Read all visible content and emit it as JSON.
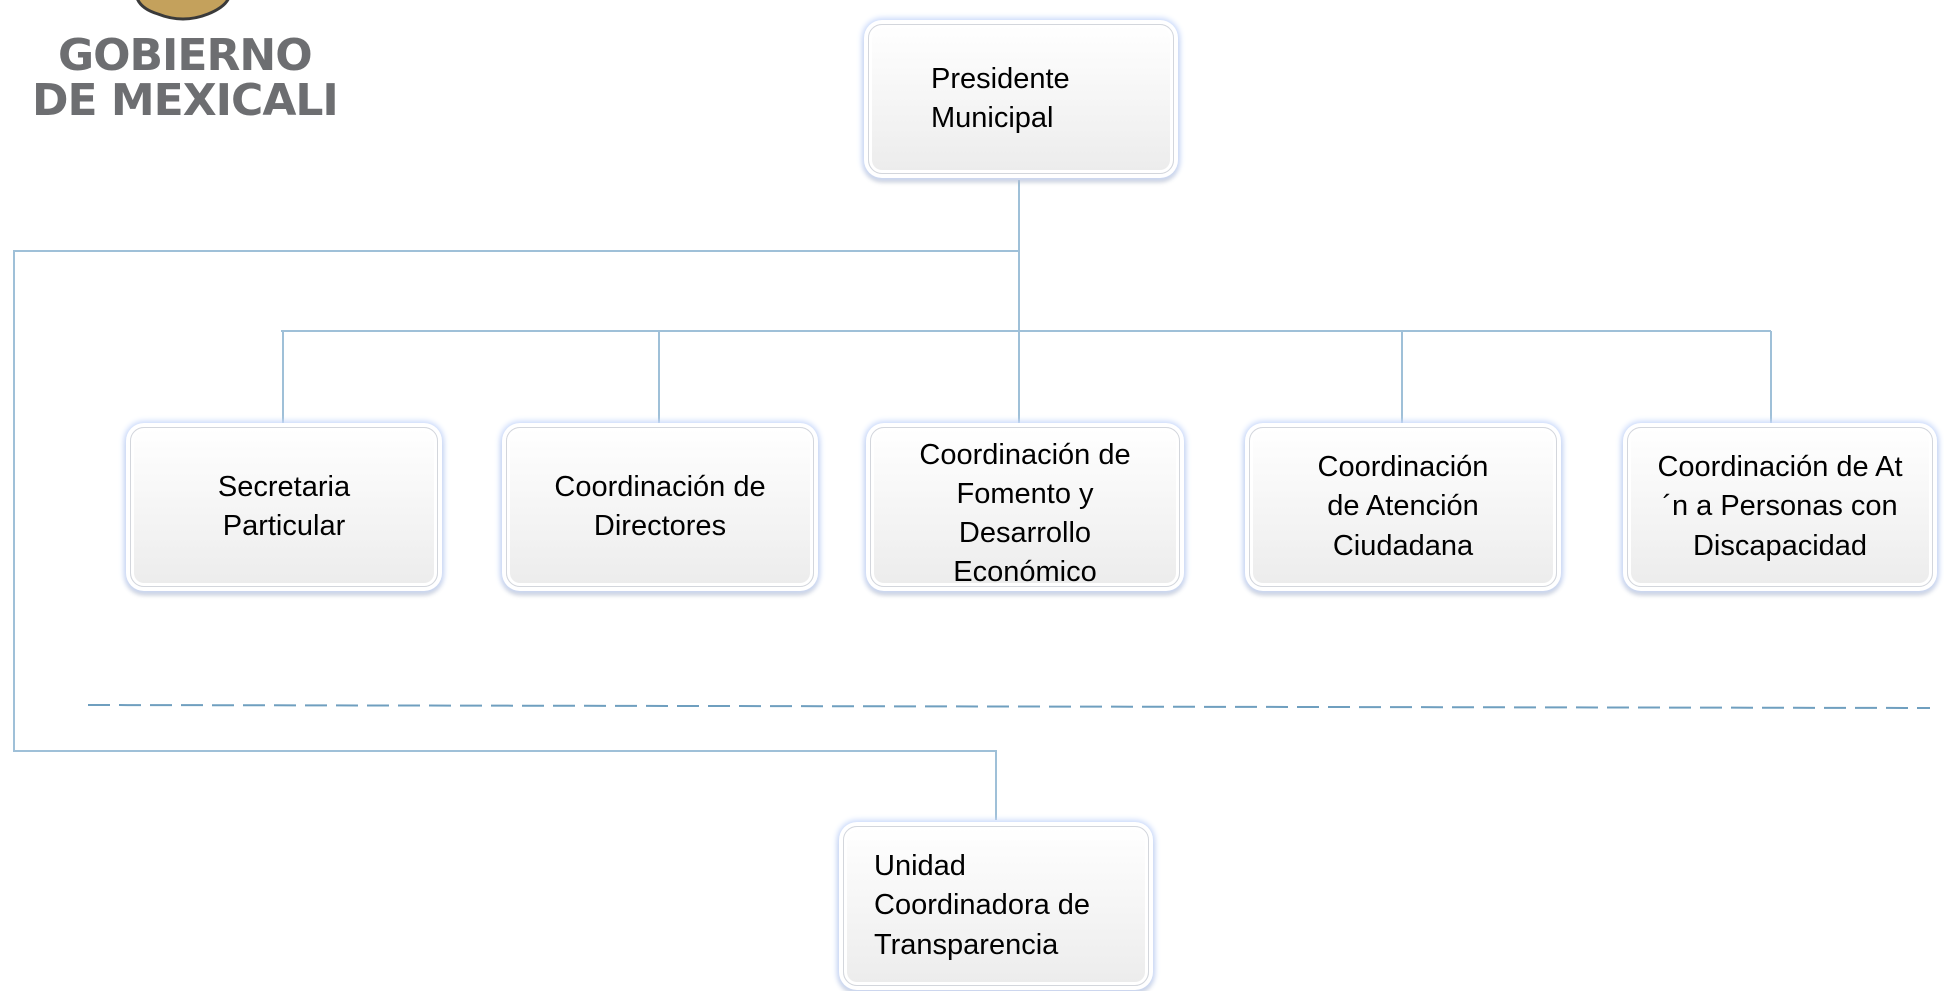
{
  "logo": {
    "line1": "GOBIERNO",
    "line2": "DE MEXICALI",
    "emblem_icon": "shield-emblem-icon",
    "colors": {
      "text": "#6d6e71",
      "emblem_fill": "#c4a15c",
      "emblem_stroke": "#3a3a3a"
    }
  },
  "org_chart": {
    "top": {
      "label": "Presidente Municipal"
    },
    "coordinations": [
      {
        "label": "Secretaria Particular"
      },
      {
        "label": "Coordinación de Directores"
      },
      {
        "label": "Coordinación de Fomento y Desarrollo Económico"
      },
      {
        "label": "Coordinación de Atención Ciudadana"
      },
      {
        "label": "Coordinación de At´n a Personas con Discapacidad"
      }
    ],
    "bottom": {
      "label": "Unidad Coordinadora de Transparencia"
    }
  },
  "colors": {
    "connector": "#9fc0d8",
    "dashed_line": "#6f9fbf",
    "node_glow": "#c9d9fb"
  }
}
